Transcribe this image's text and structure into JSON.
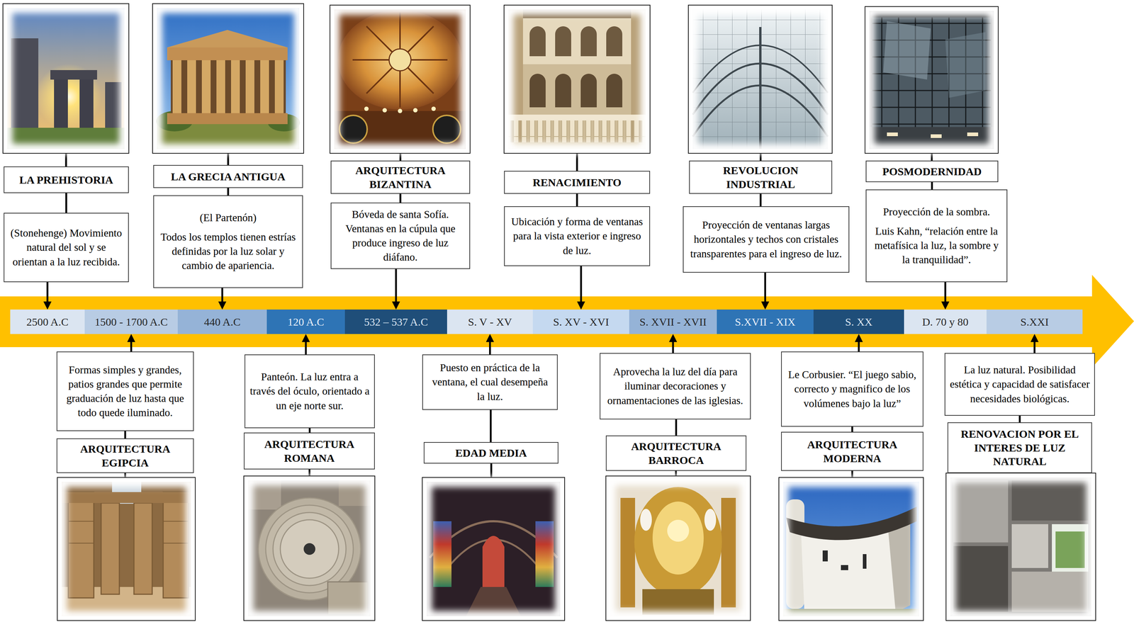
{
  "diagram": {
    "nodes": [
      {
        "text": [
          "LA PREHISTORIA"
        ]
      },
      {
        "text": [
          "(Stonehenge) Movimiento natural del sol y se orientan a la luz recibida."
        ]
      },
      {
        "text": [
          "LA GRECIA ANTIGUA"
        ]
      },
      {
        "text": [
          "(El Partenón)",
          "Todos los templos tienen estrías definidas por la luz solar y cambio de apariencia."
        ]
      },
      {
        "text": [
          "ARQUITECTURA BIZANTINA"
        ]
      },
      {
        "text": [
          "Bóveda de santa Sofía. Ventanas en la cúpula que produce ingreso de luz diáfano."
        ]
      },
      {
        "text": [
          "RENACIMIENTO"
        ]
      },
      {
        "text": [
          "Ubicación y forma de ventanas para la vista exterior e ingreso de luz."
        ]
      },
      {
        "text": [
          "REVOLUCION INDUSTRIAL"
        ]
      },
      {
        "text": [
          "Proyección de ventanas largas horizontales y techos con cristales transparentes para el ingreso de luz."
        ]
      },
      {
        "text": [
          "POSMODERNIDAD"
        ]
      },
      {
        "text": [
          "Proyección de la sombra.",
          "Luis Kahn, “relación entre la metafísica la luz, la sombre y la tranquilidad”."
        ]
      },
      {
        "text": [
          "2500 A.C"
        ]
      },
      {
        "text": [
          "1500 - 1700 A.C"
        ]
      },
      {
        "text": [
          "440 A.C"
        ]
      },
      {
        "text": [
          "120 A.C"
        ]
      },
      {
        "text": [
          "532 – 537 A.C"
        ]
      },
      {
        "text": [
          "S. V - XV"
        ]
      },
      {
        "text": [
          "S. XV - XVI"
        ]
      },
      {
        "text": [
          "S. XVII - XVII"
        ]
      },
      {
        "text": [
          "S.XVII - XIX"
        ]
      },
      {
        "text": [
          "S. XX"
        ]
      },
      {
        "text": [
          "D. 70 y 80"
        ]
      },
      {
        "text": [
          "S.XXI"
        ]
      },
      {
        "text": [
          "Formas simples y grandes, patios grandes que permite graduación de luz hasta que todo quede iluminado."
        ]
      },
      {
        "text": [
          "ARQUITECTURA EGIPCIA"
        ]
      },
      {
        "text": [
          "Panteón. La luz entra a través del óculo, orientado a un eje norte sur."
        ]
      },
      {
        "text": [
          "ARQUITECTURA ROMANA"
        ]
      },
      {
        "text": [
          "Puesto en práctica de la ventana, el cual desempeña la luz."
        ]
      },
      {
        "text": [
          "EDAD MEDIA"
        ]
      },
      {
        "text": [
          "Aprovecha la luz del día para iluminar decoraciones y ornamentaciones de las iglesias."
        ]
      },
      {
        "text": [
          "ARQUITECTURA BARROCA"
        ]
      },
      {
        "text": [
          "Le Corbusier. “El juego sabio, correcto y magnifico de los volúmenes bajo la luz”"
        ]
      },
      {
        "text": [
          "ARQUITECTURA MODERNA"
        ]
      },
      {
        "text": [
          "La luz natural. Posibilidad estética y capacidad de satisfacer necesidades biológicas."
        ]
      },
      {
        "text": [
          "RENOVACION POR EL INTERES DE LUZ NATURAL"
        ]
      }
    ],
    "edges": [
      {
        "from": 0,
        "to": 1,
        "arrow": "none"
      },
      {
        "from": 1,
        "to": 12,
        "arrow": "to"
      },
      {
        "from": 2,
        "to": 3,
        "arrow": "none"
      },
      {
        "from": 3,
        "to": 14,
        "arrow": "to"
      },
      {
        "from": 4,
        "to": 5,
        "arrow": "none"
      },
      {
        "from": 5,
        "to": 16,
        "arrow": "to"
      },
      {
        "from": 6,
        "to": 7,
        "arrow": "none"
      },
      {
        "from": 7,
        "to": 18,
        "arrow": "to"
      },
      {
        "from": 8,
        "to": 9,
        "arrow": "none"
      },
      {
        "from": 9,
        "to": 20,
        "arrow": "to"
      },
      {
        "from": 10,
        "to": 11,
        "arrow": "none"
      },
      {
        "from": 11,
        "to": 22,
        "arrow": "to"
      },
      {
        "from": 24,
        "to": 13,
        "arrow": "to"
      },
      {
        "from": 24,
        "to": 25,
        "arrow": "none"
      },
      {
        "from": 26,
        "to": 15,
        "arrow": "to"
      },
      {
        "from": 26,
        "to": 27,
        "arrow": "none"
      },
      {
        "from": 28,
        "to": 17,
        "arrow": "to"
      },
      {
        "from": 28,
        "to": 29,
        "arrow": "none"
      },
      {
        "from": 30,
        "to": 19,
        "arrow": "to"
      },
      {
        "from": 30,
        "to": 31,
        "arrow": "none"
      },
      {
        "from": 32,
        "to": 21,
        "arrow": "to"
      },
      {
        "from": 32,
        "to": 33,
        "arrow": "none"
      },
      {
        "from": 34,
        "to": 23,
        "arrow": "to"
      },
      {
        "from": 34,
        "to": 35,
        "arrow": "none"
      }
    ]
  }
}
